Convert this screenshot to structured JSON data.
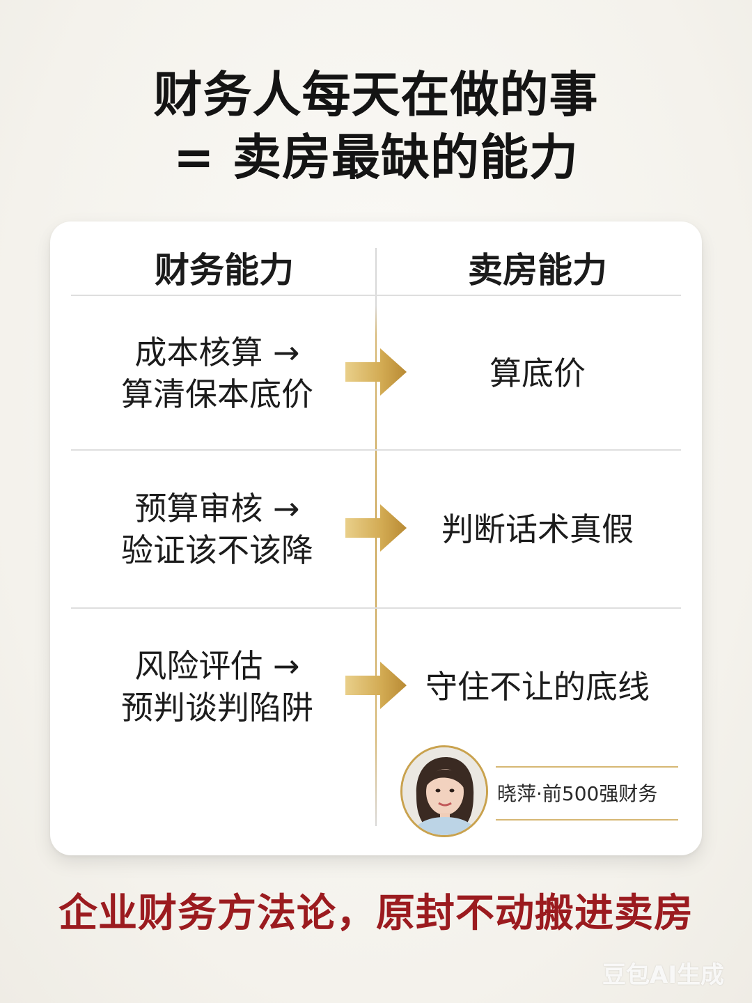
{
  "title": {
    "line1": "财务人每天在做的事",
    "line2": "= 卖房最缺的能力"
  },
  "table": {
    "left_header": "财务能力",
    "right_header": "卖房能力",
    "rows": [
      {
        "left_line1": "成本核算 →",
        "left_line2": "算清保本底价",
        "right": "算底价"
      },
      {
        "left_line1": "预算审核 →",
        "left_line2": "验证该不该降",
        "right": "判断话术真假"
      },
      {
        "left_line1": "风险评估 →",
        "left_line2": "预判谈判陷阱",
        "right": "守住不让的底线"
      }
    ]
  },
  "author": {
    "label": "晓萍·前500强财务"
  },
  "tagline": "企业财务方法论，原封不动搬进卖房",
  "watermark": "豆包AI生成",
  "colors": {
    "accent_gold": "#c9a24e",
    "tagline_red": "#9b1b1f"
  },
  "icons": {
    "arrow": "gold-right-arrow-icon"
  }
}
